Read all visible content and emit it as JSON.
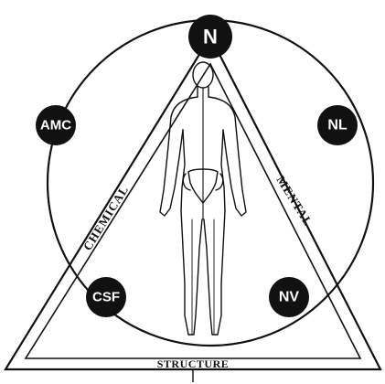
{
  "diagram": {
    "nodes": {
      "top": {
        "label": "N"
      },
      "upper_left": {
        "label": "AMC"
      },
      "upper_right": {
        "label": "NL"
      },
      "lower_left": {
        "label": "CSF"
      },
      "lower_right": {
        "label": "NV"
      }
    },
    "triangle": {
      "left_side_label": "CHEMICAL",
      "right_side_label": "MENTAL",
      "base_label": "STRUCTURE"
    },
    "figure": {
      "icon": "human-figure-icon"
    },
    "colors": {
      "line": "#111111",
      "node_fill": "#111111",
      "node_text": "#ffffff",
      "background": "#ffffff"
    }
  }
}
